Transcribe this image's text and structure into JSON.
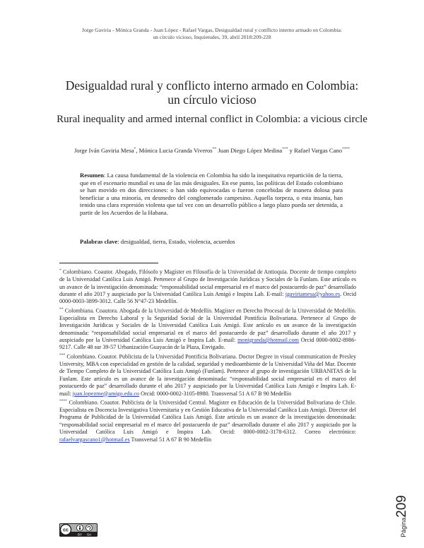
{
  "running_head": {
    "line1": "Jorge Gaviria - Mónica Granda - Juan López - Rafael Vargas, Desigualdad rural y conflicto interno armado en Colombia:",
    "line2": "un círculo vicioso, Inquietudes, 39, abril 2018:209-228"
  },
  "title_es": {
    "line1": "Desigualdad rural y conflicto interno armado en Colombia:",
    "line2": "un círculo vicioso"
  },
  "title_en": "Rural inequality and armed internal conflict in Colombia: a vicious circle",
  "authors": [
    {
      "name": "Jorge Iván Gaviria Mesa",
      "mark": "*"
    },
    {
      "name": "Mónica Lucia Granda Viveros",
      "mark": "**"
    },
    {
      "name": "Juan Diego López Medina",
      "mark": "***"
    },
    {
      "name": "Rafael Vargas Cano",
      "mark": "****"
    }
  ],
  "authors_sep": {
    "comma": ", ",
    "and": " y "
  },
  "abstract": {
    "label": "Resumen",
    "text": ": La causa fundamental de la violencia en Colombia ha sido la inequitativa repartición de la tierra, que en el escenario mundial es una de las más desiguales. En ese punto, las políticas del Estado colombiano se han movido en dos direcciones: o han sido equivocadas o fueron concebidas de manera dolosa para beneficiar a una minoría, en desmedro del conglomerado campesino. Aquella torpeza, o esta insania, han tenido una clara expresión violenta que tal vez con un desarrollo público a largo plazo pueda ser detenida, a partir de los Acuerdos de la Habana."
  },
  "keywords": {
    "label": "Palabras clave",
    "text": ": desigualdad, tierra, Estado, violencia, acuerdos"
  },
  "footnotes": [
    {
      "mark": "*",
      "before": " Colombiano. Coautor. Abogado, Filósofo y Magíster en Filosofía de la Universidad de Antioquia. Docente de tiempo completo de la Universidad Católica Luis Amigó. Pertenece al Grupo de Investigación Jurídicas y Sociales de la Funlam. Este artículo es un avance de la investigación denominada: “responsabilidad social empresarial en el marco del postacuerdo de paz” desarrollado durante el año 2017 y auspiciado por la Universidad Católica Luis Amigó e Inspira Lab. E-mail: ",
      "email": "jgaviriamesa@yahoo.es",
      "after": ". Orcid 0000-0003-3899-3012. Calle 56 N°47-23 Medellín."
    },
    {
      "mark": "**",
      "before": " Colombiana. Coautora. Abogada de la Universidad de Medellín. Magíster en Derecho Procesal de la Universidad de Medellín. Especialista en Derecho Laboral y la Seguridad Social de la Universidad Pontificia Bolivariana. Pertenece al Grupo de Investigación Jurídicas y Sociales de la Universidad Católica Luis Amigó. Este artículo es un avance de la investigación denominada: “responsabilidad social empresarial en el marco del postacuerdo de paz” desarrollado durante el año 2017 y auspiciado por la Universidad Católica Luis Amigó e Inspira Lab. E-mail: ",
      "email": "monigranda@hotmail.com",
      "after": " Orcid 0000-0002-8986-9217. Calle 48 sur 39-57 Urbanización Guayacán de la Plaza, Envigado."
    },
    {
      "mark": "***",
      "before": " Colombiano. Coautor. Publicista de la Universidad Pontificia Bolivariana. Doctor Degree in visual communication de Presley University, MBA con especialidad en gestión de la calidad, seguridad y medioambiente de la Universidad Viña del Mar. Docente de Tiempo Completo de la Universidad Católica Luis Amigó (Funlam). Pertenece al grupo de investigación URBANITAS de la Funlam. Este artículo es un avance de la investigación denominada: “responsabilidad social empresarial en el marco del postacuerdo de paz” desarrollado durante el año 2017 y auspiciado por la Universidad Católica Luis Amigó e Inspira Lab. E-mail: ",
      "email": "juan.lopezme@amigo.edu.co",
      "after": " Orcid: 0000-0002-3105-8980. Transversal 51 A 67 B 90 Medellín"
    },
    {
      "mark": "****",
      "before": " Colombiano. Coautor. Publicista de la Universidad Central. Magíster en Educación de la Universidad Bolivariana de Chile. Especialista en Docencia Investigativa Universitaria y en Gestión Educativa de la Universidad Católica Luis Amigó. Director del Programa de Publicidad de la Universidad Católica Luis Amigó. Este artículo es un avance de la investigación denominada: “responsabilidad social empresarial en el marco del postacuerdo de paz” desarrollado durante el año 2017 y auspiciado por la Universidad Católica Luis Amigó e Inspira Lab. Orcid: 0000-0002-3178-6312. Correo electrónico: ",
      "email": "rafaelvargascano1@hotmail.es",
      "after": " Transversal 51 A 67 B 90 Medellín"
    }
  ],
  "page": {
    "label": "Página",
    "number": "209"
  },
  "license_badge": {
    "icon": "creative-commons-by-sa-icon",
    "text": [
      "BY",
      "SA"
    ]
  },
  "colors": {
    "text": "#231f20",
    "link": "#2b3f9e",
    "background": "#ffffff"
  }
}
